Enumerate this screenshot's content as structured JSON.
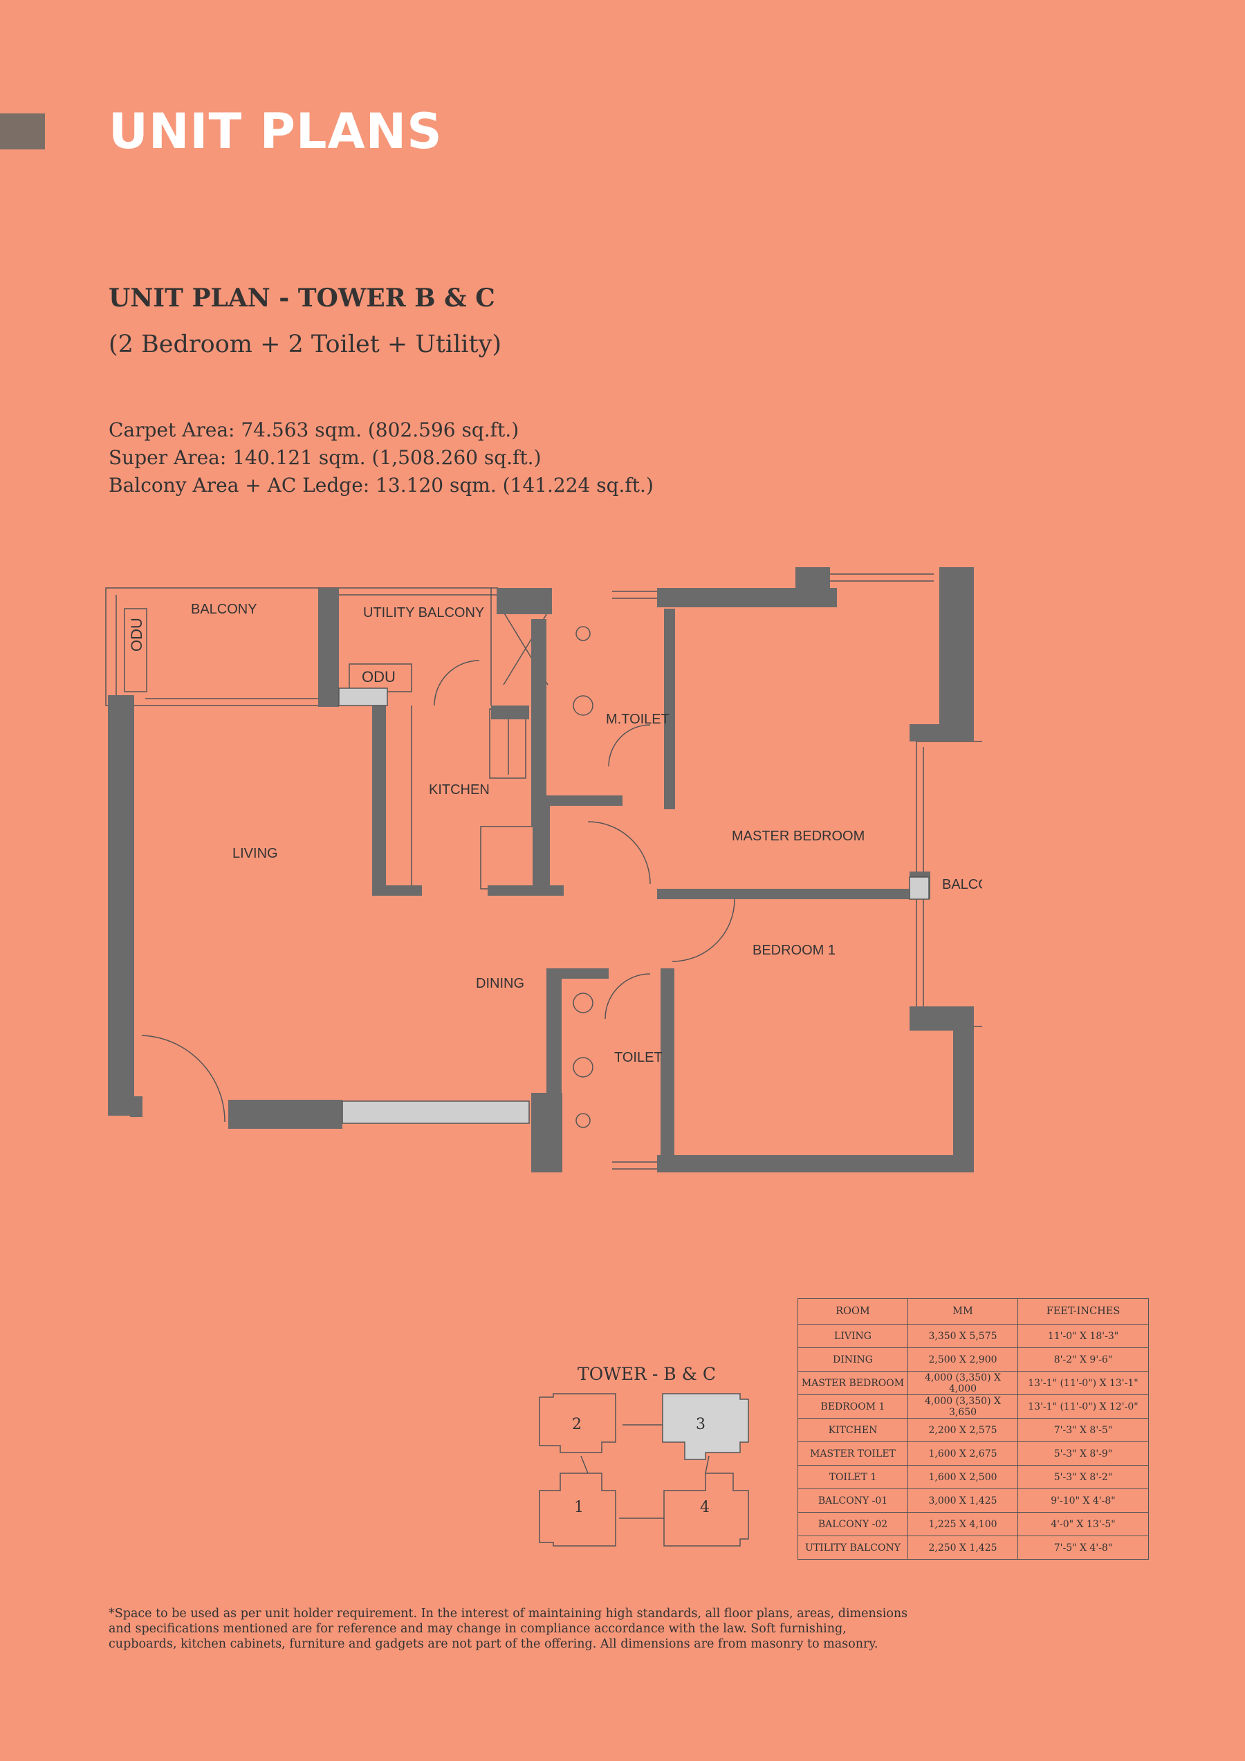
{
  "header": {
    "title": "UNIT PLANS"
  },
  "plan": {
    "heading": "UNIT PLAN - TOWER B & C",
    "subtitle": "(2 Bedroom + 2 Toilet + Utility)",
    "carpet_area": "Carpet Area: 74.563 sqm. (802.596 sq.ft.)",
    "super_area": "Super Area: 140.121 sqm. (1,508.260 sq.ft.)",
    "balcony_area": "Balcony Area + AC Ledge: 13.120 sqm. (141.224 sq.ft.)"
  },
  "floorplan": {
    "labels": {
      "balcony1": "BALCONY",
      "utility_balcony": "UTILITY BALCONY",
      "odu1": "ODU",
      "odu2": "ODU",
      "m_toilet": "M.TOILET",
      "kitchen": "KITCHEN",
      "living": "LIVING",
      "master_bedroom": "MASTER BEDROOM",
      "balcony2": "BALCONY",
      "bedroom1": "BEDROOM 1",
      "dining": "DINING",
      "toilet": "TOILET"
    }
  },
  "keyplan": {
    "title": "TOWER - B & C",
    "units": [
      "2",
      "3",
      "1",
      "4"
    ],
    "highlighted_unit": "3",
    "highlight_color": "#d3d3d3"
  },
  "dimensions": {
    "headers": [
      "ROOM",
      "MM",
      "FEET-INCHES"
    ],
    "rows": [
      [
        "LIVING",
        "3,350 X 5,575",
        "11'-0\" X 18'-3\""
      ],
      [
        "DINING",
        "2,500 X 2,900",
        "8'-2\" X 9'-6\""
      ],
      [
        "MASTER BEDROOM",
        "4,000 (3,350) X 4,000",
        "13'-1\" (11'-0\") X 13'-1\""
      ],
      [
        "BEDROOM 1",
        "4,000 (3,350) X 3,650",
        "13'-1\" (11'-0\") X 12'-0\""
      ],
      [
        "KITCHEN",
        "2,200 X 2,575",
        "7'-3\" X 8'-5\""
      ],
      [
        "MASTER TOILET",
        "1,600 X 2,675",
        "5'-3\" X 8'-9\""
      ],
      [
        "TOILET 1",
        "1,600 X 2,500",
        "5'-3\" X 8'-2\""
      ],
      [
        "BALCONY -01",
        "3,000 X 1,425",
        "9'-10\" X 4'-8\""
      ],
      [
        "BALCONY -02",
        "1,225 X 4,100",
        "4'-0\" X 13'-5\""
      ],
      [
        "UTILITY BALCONY",
        "2,250 X 1,425",
        "7'-5\" X 4'-8\""
      ]
    ]
  },
  "disclaimer": "*Space to be used as per unit holder requirement. In the interest of maintaining high standards, all floor plans, areas, dimensions and specifications mentioned are for reference and may change in compliance accordance with the law. Soft furnishing, cupboards, kitchen cabinets, furniture and gadgets are not part of the offering. All dimensions are from masonry to masonry.",
  "colors": {
    "background": "#F6977A",
    "wall": "#6b6b6b",
    "title": "#ffffff"
  }
}
